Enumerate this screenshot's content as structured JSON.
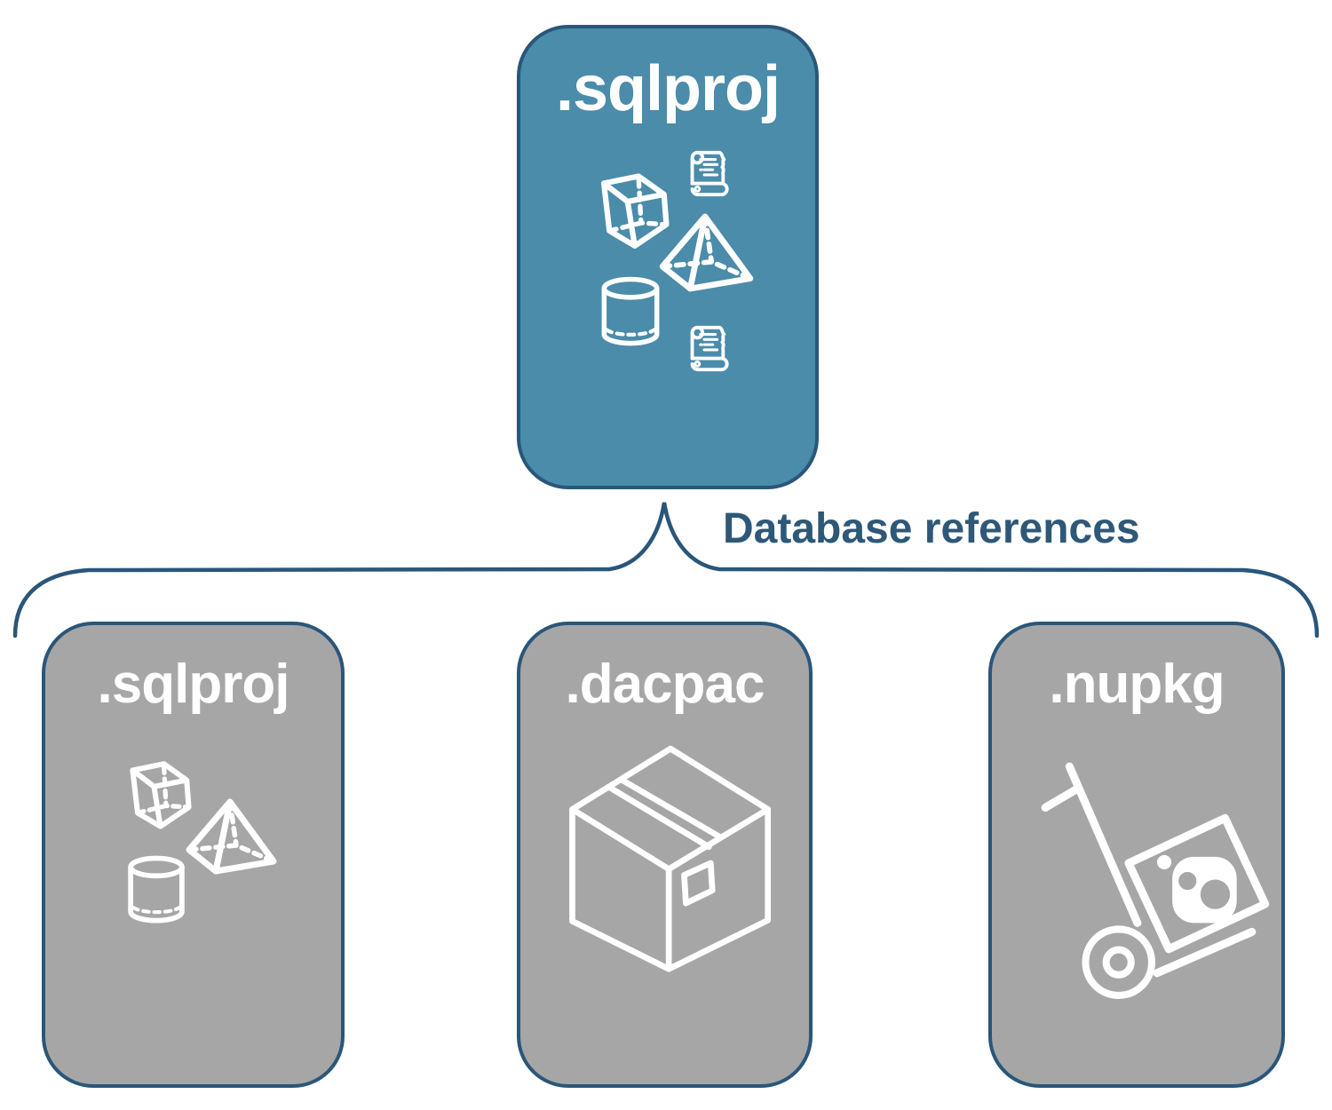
{
  "diagram": {
    "title_node": {
      "label": ".sqlproj",
      "icons": [
        "cube-icon",
        "sql-script-scroll-icon",
        "pyramid-icon",
        "database-cylinder-icon",
        "sql-script-scroll-icon"
      ]
    },
    "connector_label": "Database references",
    "children": [
      {
        "label": ".sqlproj",
        "icon": "sql-project-objects-icon"
      },
      {
        "label": ".dacpac",
        "icon": "package-box-icon"
      },
      {
        "label": ".nupkg",
        "icon": "nuget-hand-truck-icon"
      }
    ],
    "colors": {
      "accent_fill": "#4A8CA9",
      "node_fill": "#A6A6A6",
      "outline": "#2A567A",
      "label_text": "#FFFFFF",
      "connector_text": "#2E5878",
      "background": "#FFFFFF"
    }
  }
}
